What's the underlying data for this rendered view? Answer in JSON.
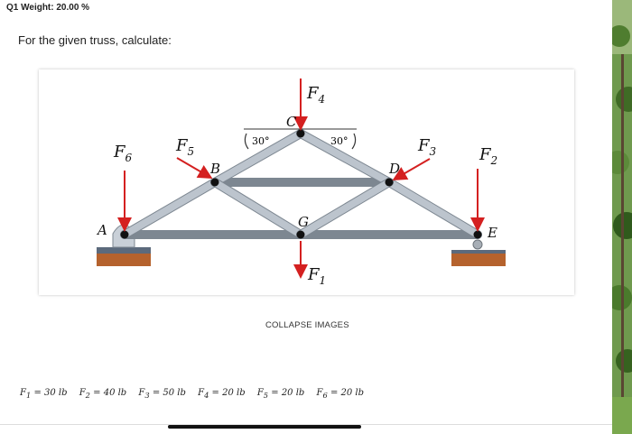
{
  "question": {
    "weight_label": "Q1 Weight: 20.00 %",
    "prompt": "For the given truss, calculate:"
  },
  "figure": {
    "nodes": {
      "A": "A",
      "B": "B",
      "C": "C",
      "D": "D",
      "E": "E",
      "G": "G"
    },
    "angles": {
      "left": "30°",
      "right": "30°"
    },
    "forces": {
      "F1": {
        "name": "F",
        "sub": "1"
      },
      "F2": {
        "name": "F",
        "sub": "2"
      },
      "F3": {
        "name": "F",
        "sub": "3"
      },
      "F4": {
        "name": "F",
        "sub": "4"
      },
      "F5": {
        "name": "F",
        "sub": "5"
      },
      "F6": {
        "name": "F",
        "sub": "6"
      }
    }
  },
  "collapse_label": "COLLAPSE IMAGES",
  "given_values": [
    {
      "label": "F",
      "sub": "1",
      "value": " = 30 lb"
    },
    {
      "label": "F",
      "sub": "2",
      "value": " = 40 lb"
    },
    {
      "label": "F",
      "sub": "3",
      "value": " = 50 lb"
    },
    {
      "label": "F",
      "sub": "4",
      "value": " = 20 lb"
    },
    {
      "label": "F",
      "sub": "5",
      "value": " = 20 lb"
    },
    {
      "label": "F",
      "sub": "6",
      "value": " = 20 lb"
    }
  ],
  "colors": {
    "member": "#b9c2cc",
    "force_arrow": "#d42020",
    "ground": "#b5622d"
  }
}
